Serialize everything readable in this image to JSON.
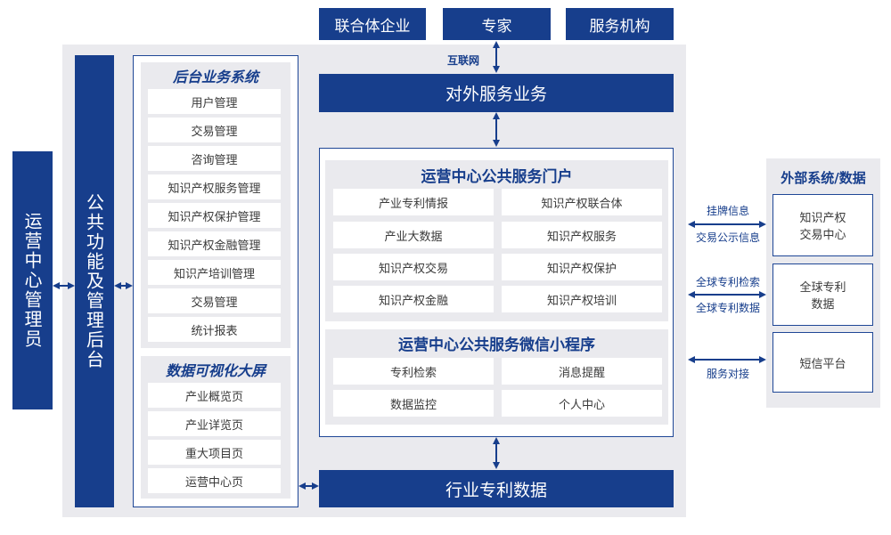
{
  "top_boxes": [
    "联合体企业",
    "专家",
    "服务机构"
  ],
  "internet_label": "互联网",
  "external_service": "对外服务业务",
  "industry_data": "行业专利数据",
  "left_admin": "运营中心管理员",
  "public_backend": "公共功能及管理后台",
  "backend_systems": {
    "title": "后台业务系统",
    "items": [
      "用户管理",
      "交易管理",
      "咨询管理",
      "知识产权服务管理",
      "知识产权保护管理",
      "知识产权金融管理",
      "知识产培训管理",
      "交易管理",
      "统计报表"
    ]
  },
  "data_visual": {
    "title": "数据可视化大屏",
    "items": [
      "产业概览页",
      "产业详览页",
      "重大项目页",
      "运营中心页"
    ]
  },
  "portal": {
    "title": "运营中心公共服务门户",
    "items": [
      "产业专利情报",
      "知识产权联合体",
      "产业大数据",
      "知识产权服务",
      "知识产权交易",
      "知识产权保护",
      "知识产权金融",
      "知识产权培训"
    ]
  },
  "mini_program": {
    "title": "运营中心公共服务微信小程序",
    "items": [
      "专利检索",
      "消息提醒",
      "数据监控",
      "个人中心"
    ]
  },
  "external_systems": {
    "title": "外部系统/数据",
    "items": [
      "知识产权\n交易中心",
      "全球专利\n数据",
      "短信平台"
    ]
  },
  "connector_labels": {
    "trade_top": "挂牌信息",
    "trade_bottom": "交易公示信息",
    "patent_top": "全球专利检索",
    "patent_bottom": "全球专利数据",
    "sms": "服务对接"
  },
  "colors": {
    "navy": "#173e8c",
    "panel": "#eaeaee"
  }
}
